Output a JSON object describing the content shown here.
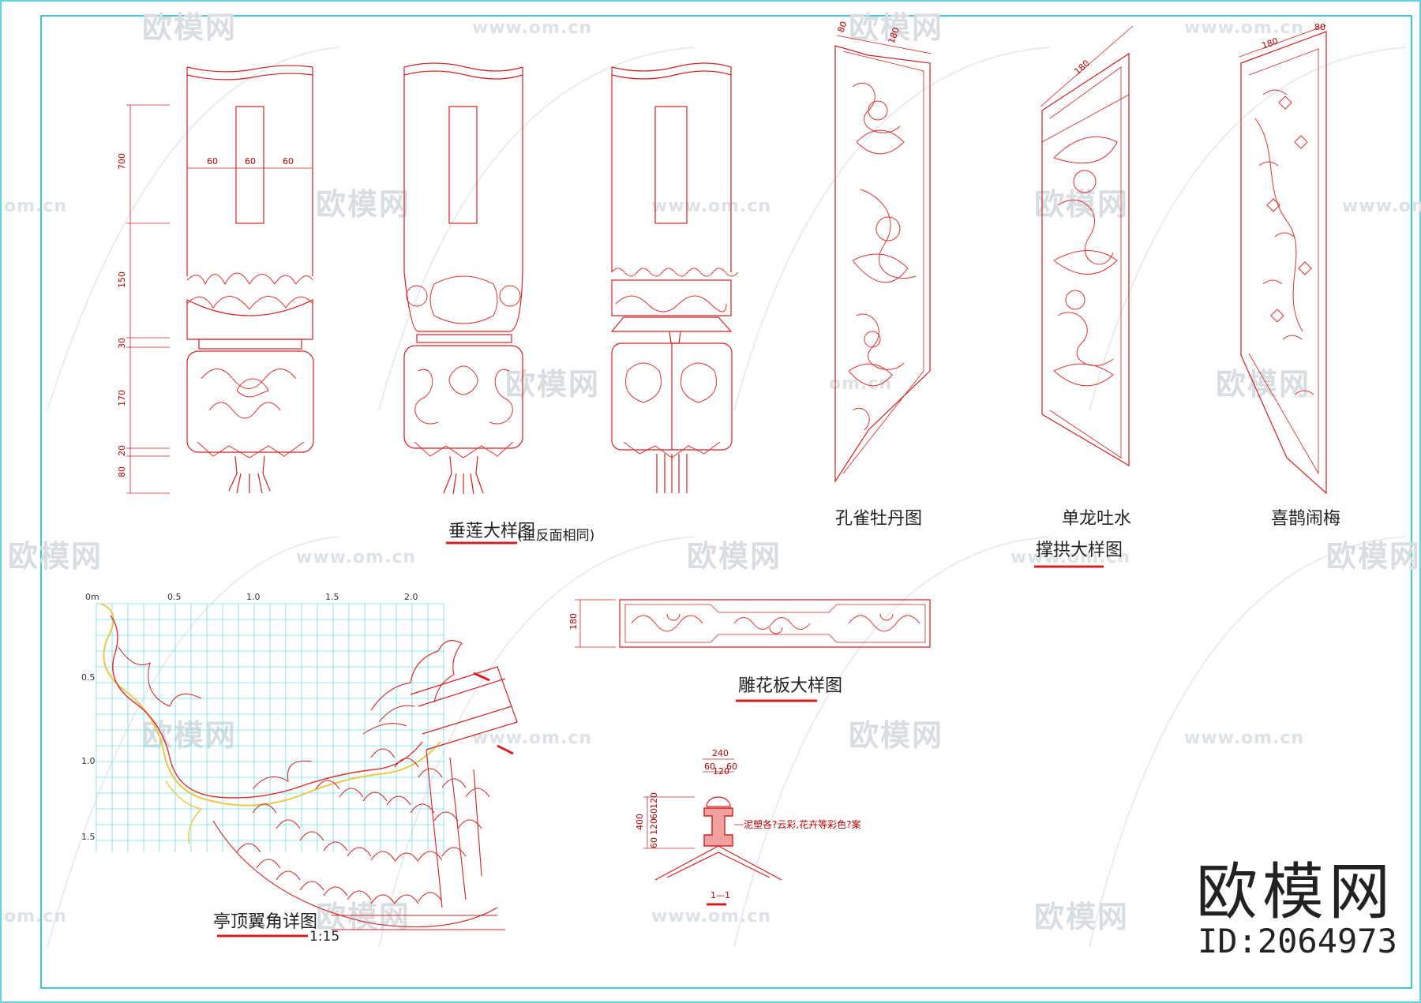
{
  "watermark": {
    "brand": "欧模网",
    "url": "www.om.cn",
    "url_short": "om.cn"
  },
  "drawings": {
    "pendant": {
      "title": "垂莲大样图",
      "subtitle": "(正反面相同)",
      "dims_vertical": [
        "700",
        "150",
        "30",
        "170",
        "20",
        "80"
      ],
      "dims_horizontal": [
        "60",
        "60",
        "60"
      ]
    },
    "brackets": {
      "labels": [
        "孔雀牡丹图",
        "单龙吐水",
        "喜鹊闹梅"
      ],
      "title": "撑拱大样图",
      "dims": [
        "80",
        "180",
        "180",
        "180",
        "80"
      ]
    },
    "panel": {
      "title": "雕花板大样图",
      "dim": "180"
    },
    "eave": {
      "title": "亭顶翼角详图",
      "scale": "1:15",
      "x_ticks": [
        "0m",
        "0.5",
        "1.0",
        "1.5",
        "2.0"
      ],
      "y_ticks": [
        "0.5",
        "1.0",
        "1.5"
      ]
    },
    "ridge": {
      "dims_top": [
        "240",
        "60",
        "120",
        "60"
      ],
      "dims_side": [
        "400",
        "120",
        "60",
        "120",
        "60"
      ],
      "note": "泥塑各?云彩,花卉等彩色?案",
      "section": "1—1"
    }
  },
  "brand_block": {
    "name": "欧模网",
    "id": "ID:2064973"
  }
}
